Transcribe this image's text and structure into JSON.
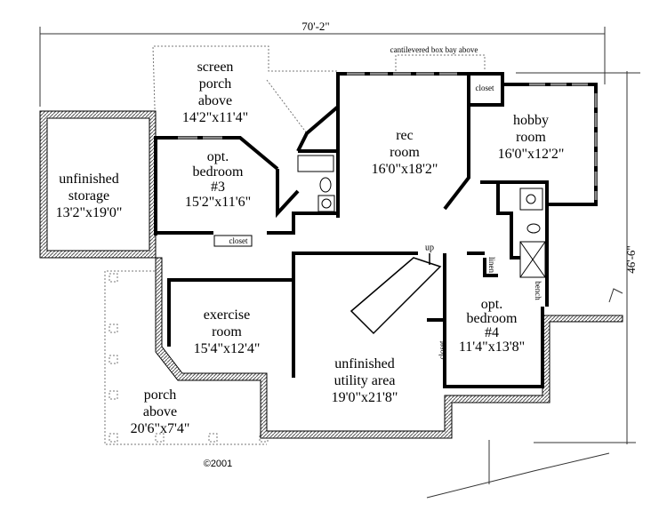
{
  "dimensions": {
    "width": "70'-2\"",
    "depth": "46'-6\""
  },
  "notes": {
    "box_bay": "cantilevered box bay above",
    "up": "up",
    "copyright": "©2001"
  },
  "rooms": [
    {
      "name": "screen porch above",
      "lines": [
        "screen",
        "porch",
        "above"
      ],
      "size": "14'2\"x11'4\""
    },
    {
      "name": "rec room",
      "lines": [
        "rec",
        "room"
      ],
      "size": "16'0\"x18'2\""
    },
    {
      "name": "hobby room",
      "lines": [
        "hobby",
        "room"
      ],
      "size": "16'0\"x12'2\""
    },
    {
      "name": "unfinished storage",
      "lines": [
        "unfinished",
        "storage"
      ],
      "size": "13'2\"x19'0\""
    },
    {
      "name": "opt. bedroom #3",
      "lines": [
        "opt.",
        "bedroom",
        "#3"
      ],
      "size": "15'2\"x11'6\""
    },
    {
      "name": "exercise room",
      "lines": [
        "exercise",
        "room"
      ],
      "size": "15'4\"x12'4\""
    },
    {
      "name": "unfinished utility area",
      "lines": [
        "unfinished",
        "utility area"
      ],
      "size": "19'0\"x21'8\""
    },
    {
      "name": "opt. bedroom #4",
      "lines": [
        "opt.",
        "bedroom",
        "#4"
      ],
      "size": "11'4\"x13'8\""
    },
    {
      "name": "porch above",
      "lines": [
        "porch",
        "above"
      ],
      "size": "20'6\"x7'4\""
    }
  ],
  "small_labels": {
    "closet_top": "closet",
    "closet_bed3": "closet",
    "closet_bed4": "closet",
    "linen": "linen",
    "bench": "bench"
  }
}
